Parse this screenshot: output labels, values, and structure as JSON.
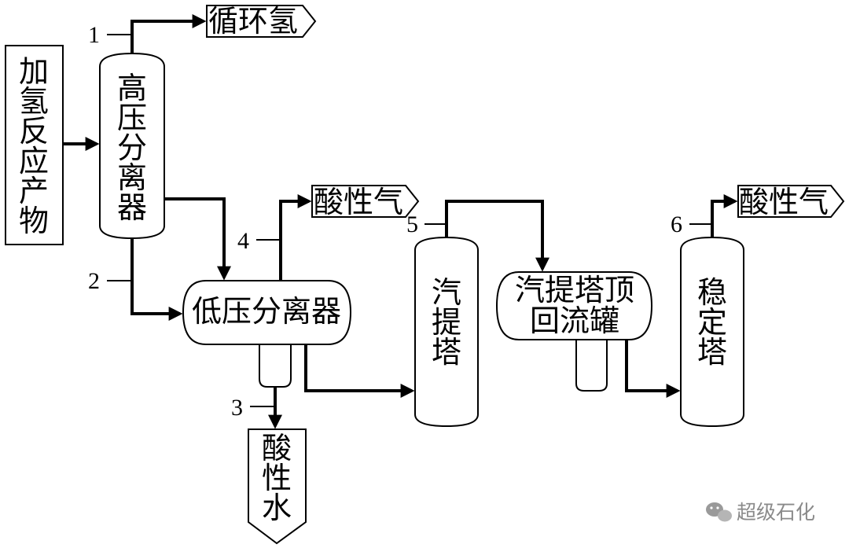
{
  "feed": {
    "chars": [
      "加",
      "氢",
      "反",
      "应",
      "产",
      "物"
    ]
  },
  "equipment": {
    "hp_separator": {
      "chars": [
        "高",
        "压",
        "分",
        "离",
        "器"
      ]
    },
    "lp_separator": {
      "label": "低压分离器"
    },
    "stripper": {
      "chars": [
        "汽",
        "提",
        "塔"
      ]
    },
    "reflux_drum": {
      "line1": "汽提塔顶",
      "line2": "回流罐"
    },
    "stabilizer": {
      "chars": [
        "稳",
        "定",
        "塔"
      ]
    }
  },
  "outputs": {
    "recycle_hydrogen": "循环氢",
    "acid_gas_1": "酸性气",
    "acid_gas_2": "酸性气",
    "sour_water": {
      "chars": [
        "酸",
        "性",
        "水"
      ]
    }
  },
  "stream_numbers": [
    "1",
    "2",
    "3",
    "4",
    "5",
    "6"
  ],
  "watermark": "超级石化"
}
